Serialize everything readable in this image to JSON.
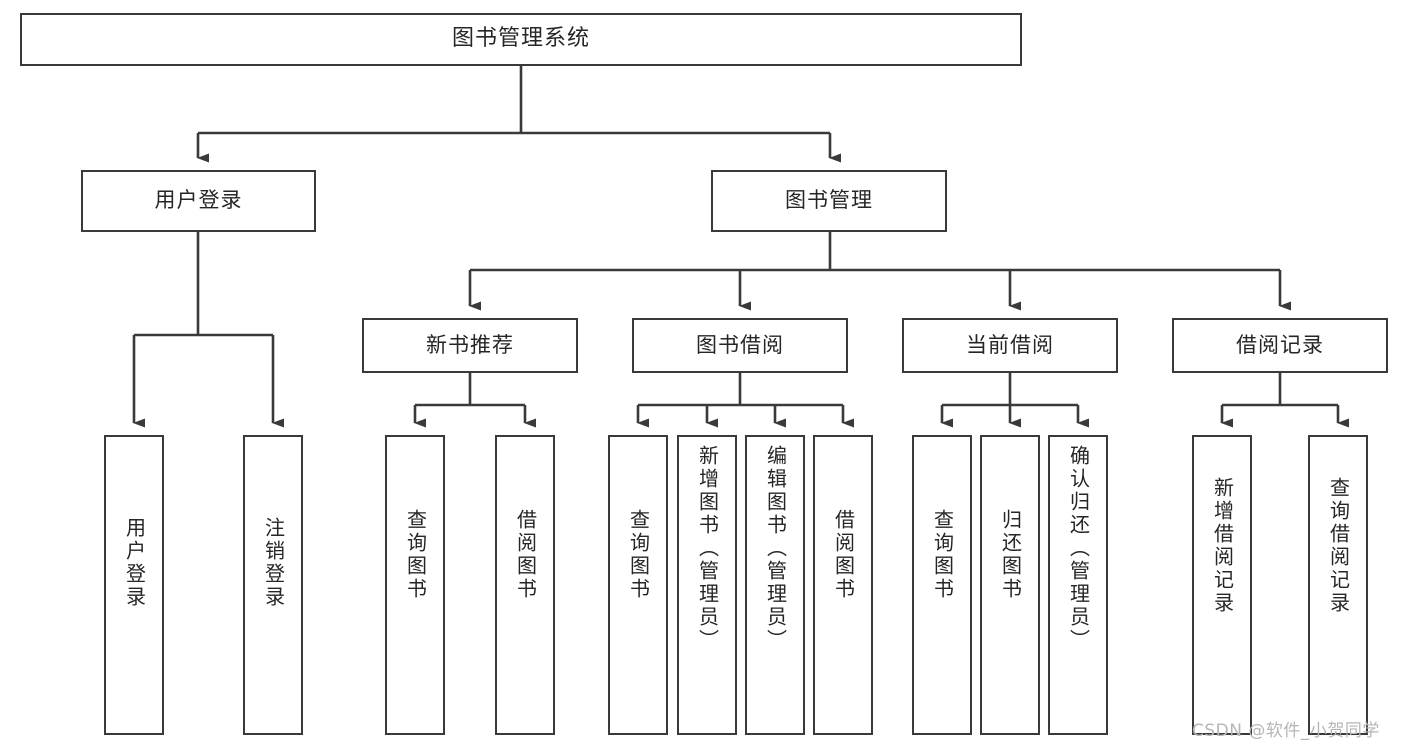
{
  "diagram": {
    "title_node": {
      "label": "图书管理系统"
    },
    "level2": [
      {
        "id": "user-login",
        "label": "用户登录"
      },
      {
        "id": "book-management",
        "label": "图书管理"
      }
    ],
    "level3": [
      {
        "id": "new-book-recommend",
        "label": "新书推荐"
      },
      {
        "id": "book-borrow",
        "label": "图书借阅"
      },
      {
        "id": "current-borrow",
        "label": "当前借阅"
      },
      {
        "id": "borrow-record",
        "label": "借阅记录"
      }
    ],
    "leaves": {
      "user_login": [
        {
          "id": "leaf-user-login",
          "label": "用户登录"
        },
        {
          "id": "leaf-logout-login",
          "label": "注销登录"
        }
      ],
      "new_book_recommend": [
        {
          "id": "leaf-query-book-1",
          "label": "查询图书"
        },
        {
          "id": "leaf-borrow-book-1",
          "label": "借阅图书"
        }
      ],
      "book_borrow": [
        {
          "id": "leaf-query-book-2",
          "label": "查询图书"
        },
        {
          "id": "leaf-add-book",
          "label": "新增图书（管理员）"
        },
        {
          "id": "leaf-edit-book",
          "label": "编辑图书（管理员）"
        },
        {
          "id": "leaf-borrow-book-2",
          "label": "借阅图书"
        }
      ],
      "current_borrow": [
        {
          "id": "leaf-query-book-3",
          "label": "查询图书"
        },
        {
          "id": "leaf-return-book",
          "label": "归还图书"
        },
        {
          "id": "leaf-confirm-return",
          "label": "确认归还（管理员）"
        }
      ],
      "borrow_record": [
        {
          "id": "leaf-add-record",
          "label": "新增借阅记录"
        },
        {
          "id": "leaf-query-record",
          "label": "查询借阅记录"
        }
      ]
    }
  },
  "watermark": {
    "text": "CSDN @软件_小贺同学"
  },
  "colors": {
    "stroke": "#3a3a3a",
    "text": "#262626",
    "background": "#ffffff",
    "watermark": "#b6b6b6"
  }
}
